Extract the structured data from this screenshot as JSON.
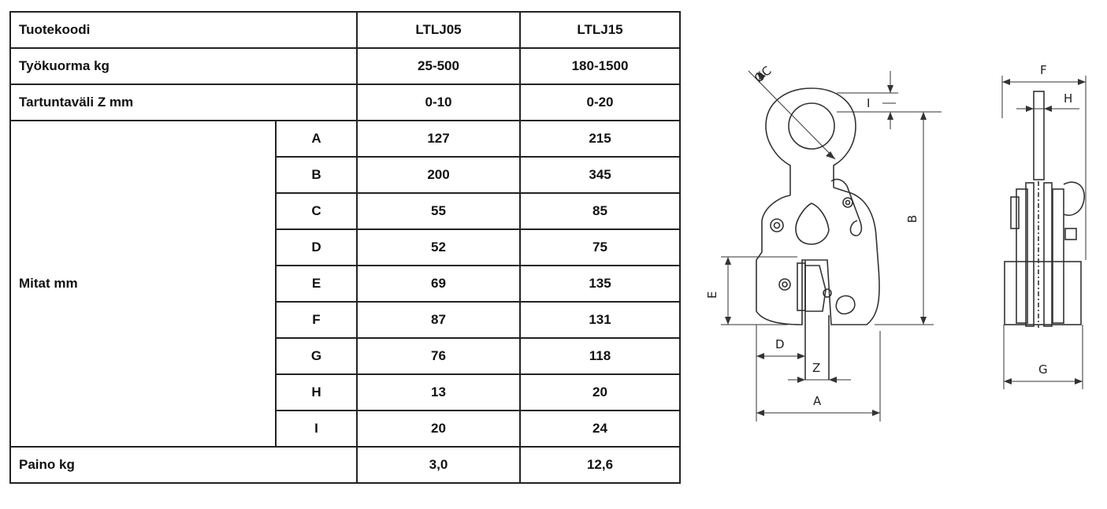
{
  "table": {
    "header": {
      "label": "Tuotekoodi",
      "models": [
        "LTLJ05",
        "LTLJ15"
      ]
    },
    "working_load": {
      "label": "Työkuorma kg",
      "values": [
        "25-500",
        "180-1500"
      ]
    },
    "grip_range": {
      "label": "Tartuntaväli Z mm",
      "values": [
        "0-10",
        "0-20"
      ]
    },
    "dimensions_label": "Mitat mm",
    "dimensions": [
      {
        "dim": "A",
        "values": [
          "127",
          "215"
        ]
      },
      {
        "dim": "B",
        "values": [
          "200",
          "345"
        ]
      },
      {
        "dim": "C",
        "values": [
          "55",
          "85"
        ]
      },
      {
        "dim": "D",
        "values": [
          "52",
          "75"
        ]
      },
      {
        "dim": "E",
        "values": [
          "69",
          "135"
        ]
      },
      {
        "dim": "F",
        "values": [
          "87",
          "131"
        ]
      },
      {
        "dim": "G",
        "values": [
          "76",
          "118"
        ]
      },
      {
        "dim": "H",
        "values": [
          "13",
          "20"
        ]
      },
      {
        "dim": "I",
        "values": [
          "20",
          "24"
        ]
      }
    ],
    "weight": {
      "label": "Paino  kg",
      "values": [
        "3,0",
        "12,6"
      ]
    }
  },
  "drawing": {
    "labels": {
      "c": "ØC",
      "i": "I",
      "b": "B",
      "e": "E",
      "d": "D",
      "z": "Z",
      "a": "A",
      "f": "F",
      "h": "H",
      "g": "G"
    }
  }
}
